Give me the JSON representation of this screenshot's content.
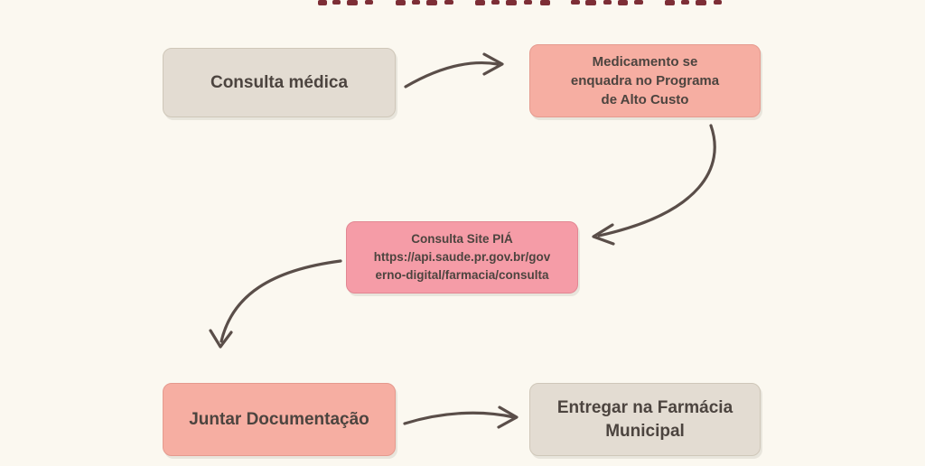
{
  "colors": {
    "background": "#FBF8F0",
    "beige_box": "#E3DCD2",
    "salmon_box": "#F6AEA2",
    "pink_box": "#F59CA7",
    "arrow": "#5A4E49",
    "text": "#4C443F",
    "cropped_title": "#7D2E36"
  },
  "flowchart": {
    "nodes": {
      "consulta_medica": {
        "label": "Consulta médica"
      },
      "medicamento": {
        "lines": [
          "Medicamento se",
          "enquadra no Programa",
          "de Alto Custo"
        ]
      },
      "consulta_site": {
        "lines": [
          "Consulta Site PIÁ",
          "https://api.saude.pr.gov.br/gov",
          "erno-digital/farmacia/consulta"
        ]
      },
      "juntar": {
        "label": "Juntar Documentação"
      },
      "entregar": {
        "lines": [
          "Entregar na Farmácia",
          "Municipal"
        ]
      }
    }
  }
}
